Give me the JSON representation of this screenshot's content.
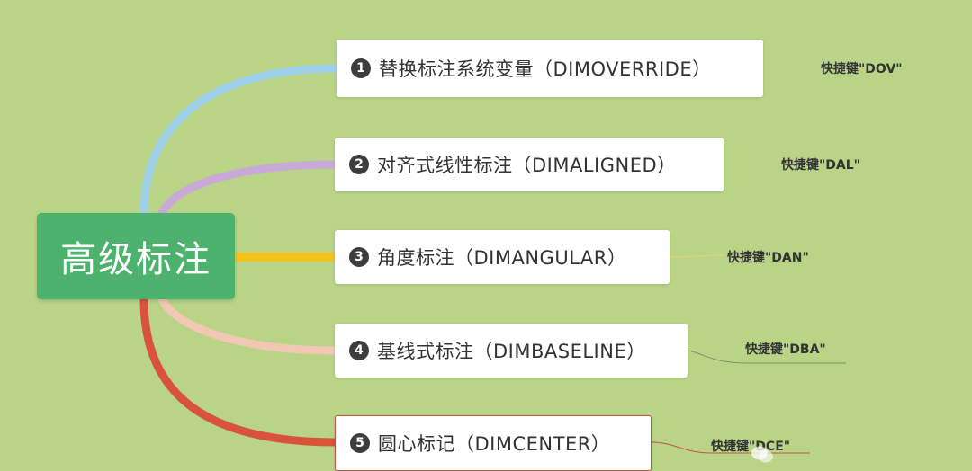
{
  "root": {
    "label": "高级标注"
  },
  "branches": [
    {
      "number": "1",
      "label": "替换标注系统变量（DIMOVERRIDE）",
      "shortcut": "快捷键\"DOV\"",
      "color": "#9fd0ea"
    },
    {
      "number": "2",
      "label": "对齐式线性标注（DIMALIGNED）",
      "shortcut": "快捷键\"DAL\"",
      "color": "#c9a9d8"
    },
    {
      "number": "3",
      "label": "角度标注（DIMANGULAR）",
      "shortcut": "快捷键\"DAN\"",
      "color": "#f3c21c"
    },
    {
      "number": "4",
      "label": "基线式标注（DIMBASELINE）",
      "shortcut": "快捷键\"DBA\"",
      "color": "#f0c8b4"
    },
    {
      "number": "5",
      "label": "圆心标记（DIMCENTER）",
      "shortcut": "快捷键\"DCE\"",
      "color": "#d9533a"
    }
  ]
}
